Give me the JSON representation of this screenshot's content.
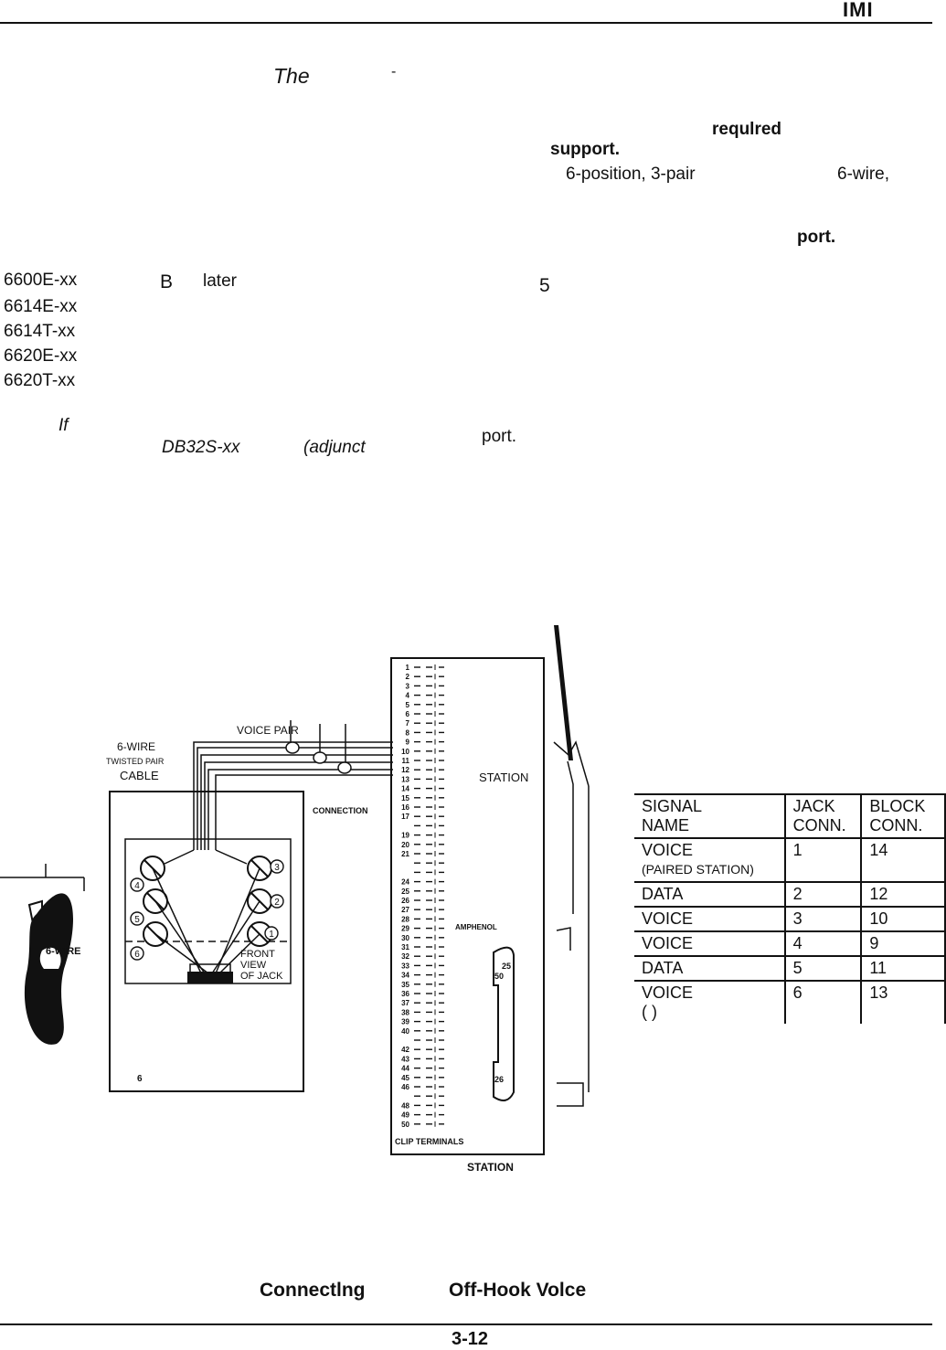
{
  "header": {
    "logo_text": "IMI"
  },
  "body_text": {
    "frag_the": "The",
    "frag_dash": "-",
    "frag_required": "requlred",
    "frag_support": "support.",
    "frag_6pos": "6-position, 3-pair",
    "frag_6wire": "6-wire,",
    "frag_port1": "port.",
    "frag_b": "B",
    "frag_later": "later",
    "frag_5": "5",
    "frag_if": "If",
    "frag_db32": "DB32S-xx",
    "frag_adjunct": "(adjunct",
    "frag_port2": "port."
  },
  "models": [
    "6600E-xx",
    "6614E-xx",
    "6614T-xx",
    "6620E-xx",
    "6620T-xx"
  ],
  "diagram": {
    "voice_pair": "VOICE PAIR",
    "six_wire": "6-WIRE",
    "twisted_pair": "TWISTED PAIR",
    "cable": "CABLE",
    "connection": "CONNECTION",
    "station_right": "STATION",
    "amphenol": "AMPHENOL",
    "front_view_1": "FRONT",
    "front_view_2": "VIEW",
    "front_view_3": "OF JACK",
    "jack_six": "6",
    "clip_terminals": "CLIP TERMINALS",
    "station_bottom": "STATION",
    "handset_label_1": "6-WIRE",
    "pin_25": "25",
    "pin_50": "50",
    "pin_26": "26",
    "jack_pins": [
      "1",
      "2",
      "3",
      "4",
      "5",
      "6"
    ],
    "block_rows": [
      "1",
      "2",
      "3",
      "4",
      "5",
      "6",
      "7",
      "8",
      "9",
      "10",
      "11",
      "12",
      "13",
      "14",
      "15",
      "16",
      "17",
      "",
      "19",
      "20",
      "21",
      "",
      "",
      "24",
      "25",
      "26",
      "27",
      "28",
      "29",
      "30",
      "31",
      "32",
      "33",
      "34",
      "35",
      "36",
      "37",
      "38",
      "39",
      "40",
      "",
      "42",
      "43",
      "44",
      "45",
      "46",
      "",
      "48",
      "49",
      "50"
    ]
  },
  "signal_table": {
    "headers": [
      [
        "SIGNAL",
        "NAME"
      ],
      [
        "JACK",
        "CONN."
      ],
      [
        "BLOCK",
        "CONN."
      ]
    ],
    "rows": [
      {
        "name": "VOICE",
        "sub": "(PAIRED STATION)",
        "jack": "1",
        "block": "14"
      },
      {
        "name": "DATA",
        "sub": "",
        "jack": "2",
        "block": "12"
      },
      {
        "name": "VOICE",
        "sub": "",
        "jack": "3",
        "block": "10"
      },
      {
        "name": "VOICE",
        "sub": "",
        "jack": "4",
        "block": "9"
      },
      {
        "name": "DATA",
        "sub": "",
        "jack": "5",
        "block": "11"
      },
      {
        "name": "VOICE",
        "sub": "(               )",
        "jack": "6",
        "block": "13"
      }
    ]
  },
  "caption": {
    "part1": "Connectlng",
    "part2": "Off-Hook Volce"
  },
  "page_number": "3-12"
}
